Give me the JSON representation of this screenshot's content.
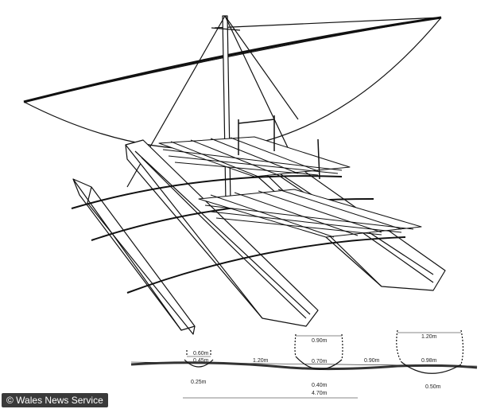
{
  "credit": "© Wales News Service",
  "dimensions": {
    "left_hull_top": "0.60m",
    "left_hull_mid": "0.45m",
    "left_hull_bottom": "0.25m",
    "gap_left": "1.20m",
    "mid_hull_top": "0.90m",
    "mid_hull_mid": "0.70m",
    "mid_hull_bottom": "0.40m",
    "gap_right": "0.90m",
    "right_hull_top": "1.20m",
    "right_hull_mid": "0.98m",
    "right_hull_bottom": "0.50m",
    "total_width": "4.70m"
  }
}
